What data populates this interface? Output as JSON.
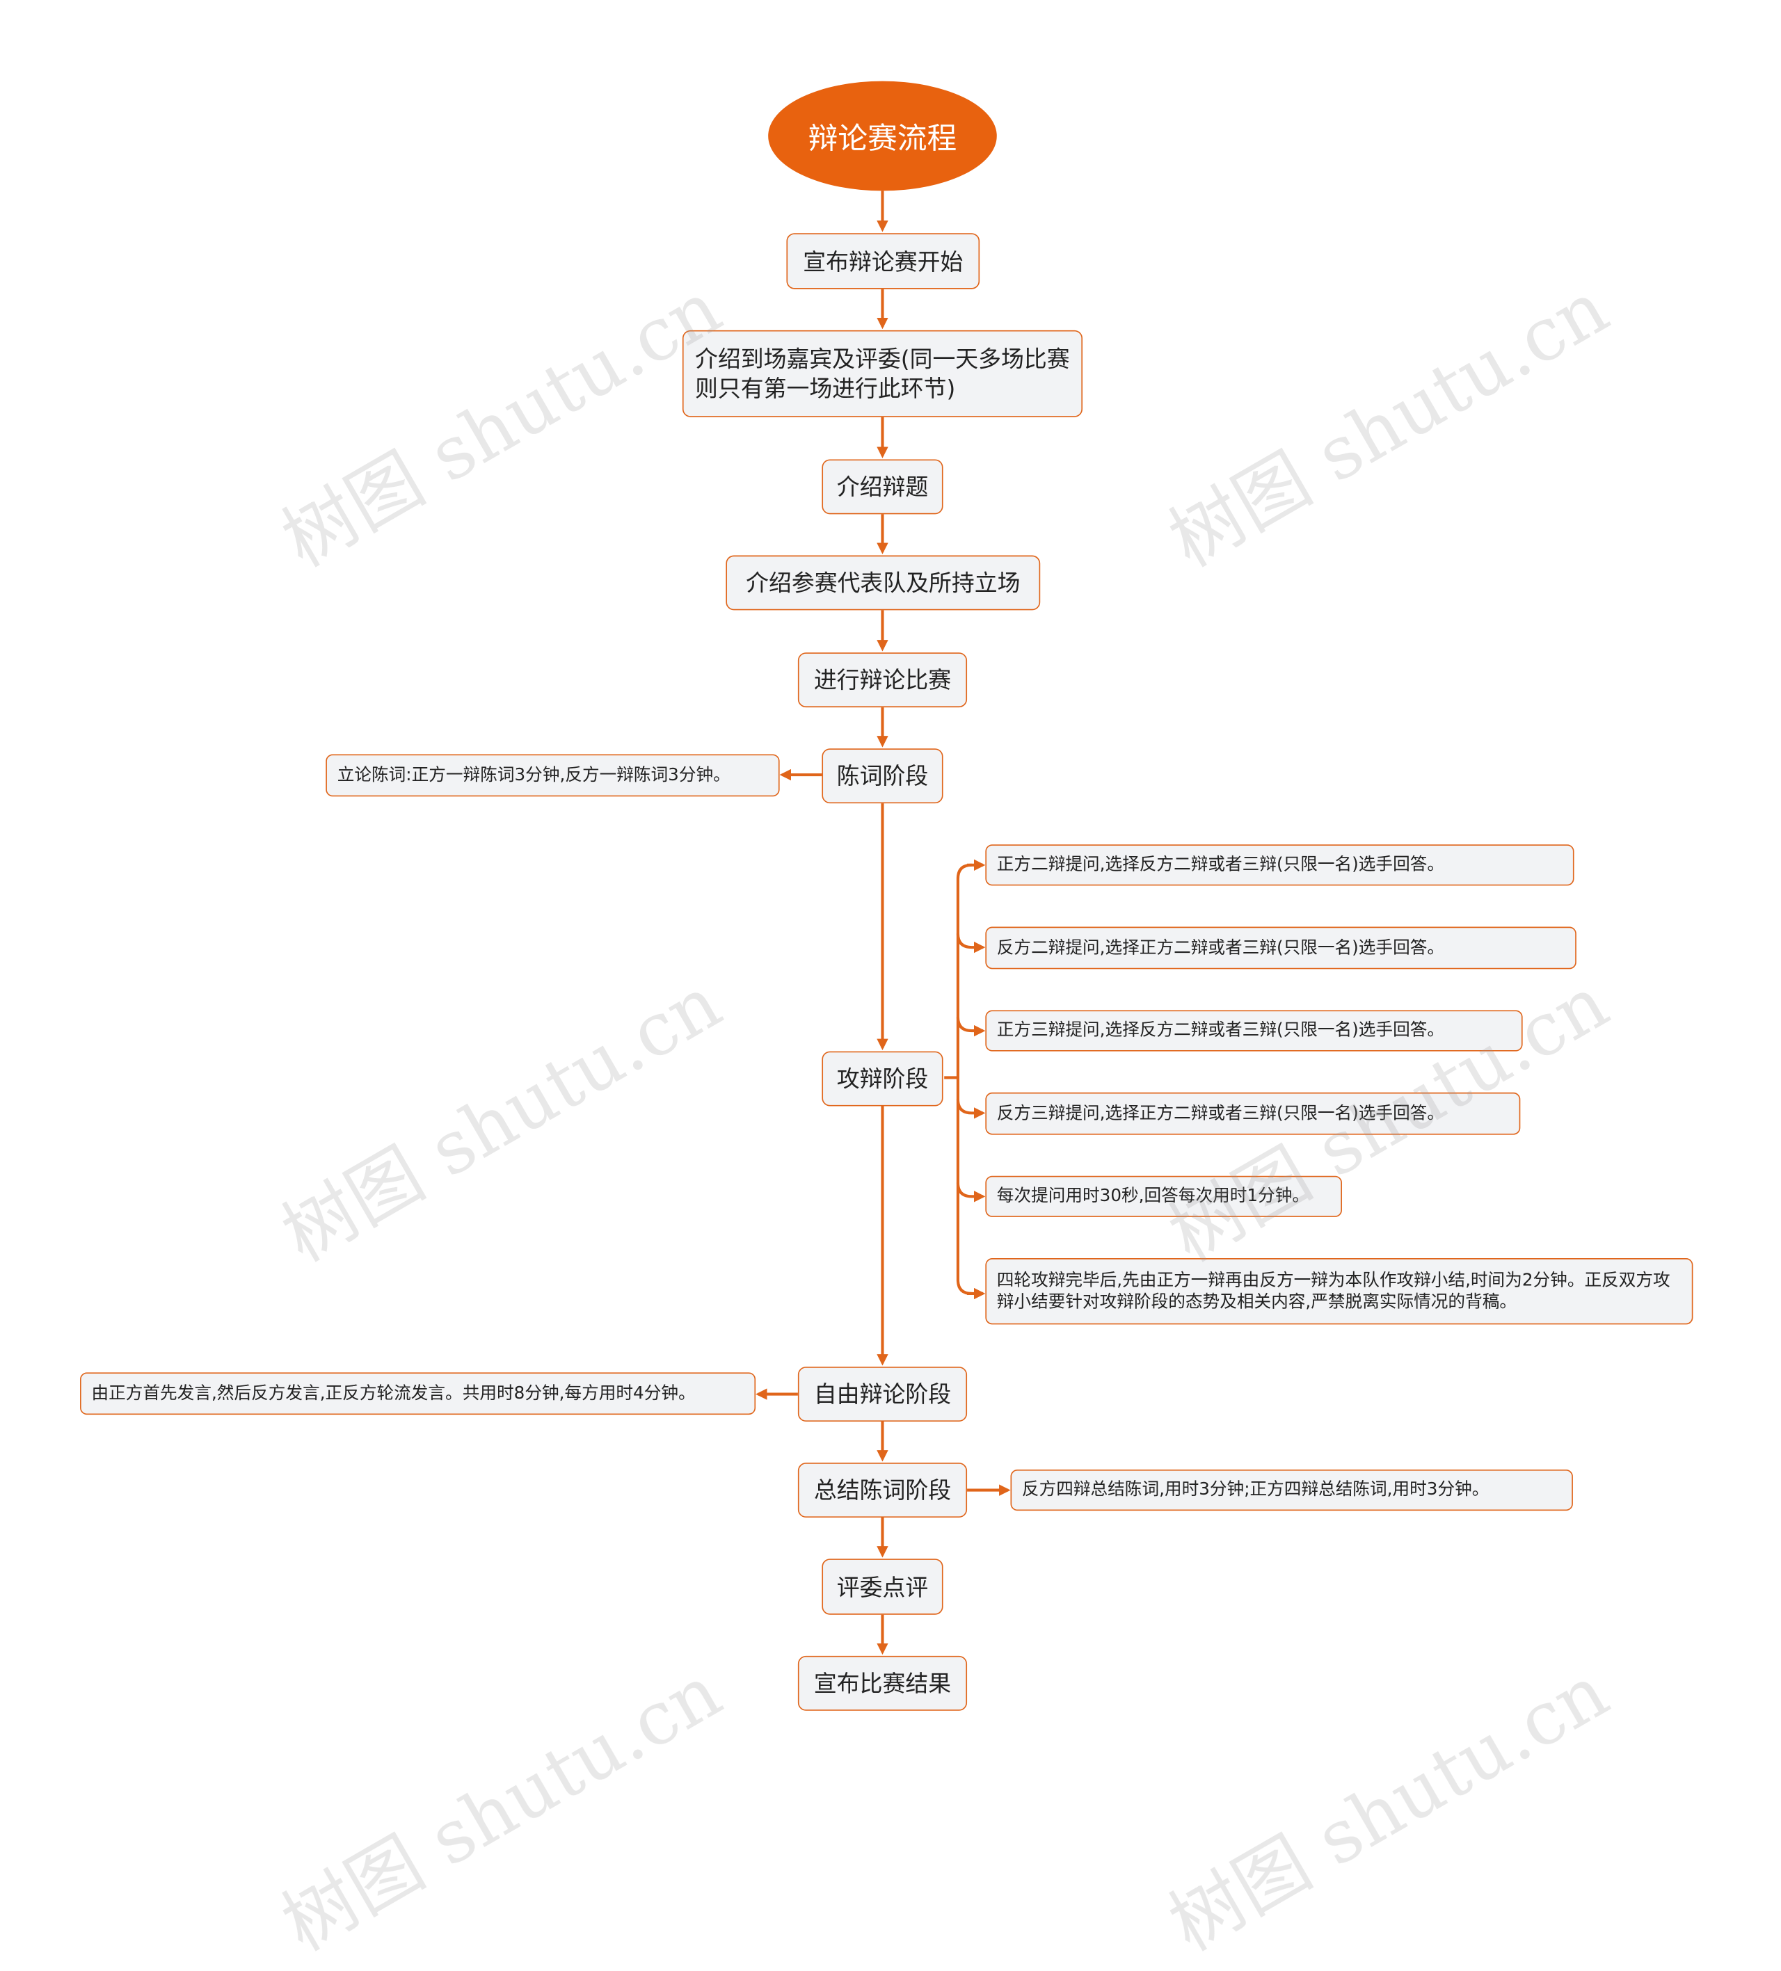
{
  "title": "辩论赛流程",
  "watermark": "树图 shutu.cn",
  "steps": [
    "宣布辩论赛开始",
    "介绍到场嘉宾及评委(同一天多场比赛则只有第一场进行此环节)",
    "介绍辩题",
    "介绍参赛代表队及所持立场",
    "进行辩论比赛",
    "陈词阶段",
    "攻辩阶段",
    "自由辩论阶段",
    "总结陈词阶段",
    "评委点评",
    "宣布比赛结果"
  ],
  "notes": {
    "opening": "立论陈词:正方一辩陈词3分钟,反方一辩陈词3分钟。",
    "cross_exam": [
      "正方二辩提问,选择反方二辩或者三辩(只限一名)选手回答。",
      "反方二辩提问,选择正方二辩或者三辩(只限一名)选手回答。",
      "正方三辩提问,选择反方二辩或者三辩(只限一名)选手回答。",
      "反方三辩提问,选择正方二辩或者三辩(只限一名)选手回答。",
      "每次提问用时30秒,回答每次用时1分钟。",
      "四轮攻辩完毕后,先由正方一辩再由反方一辩为本队作攻辩小结,时间为2分钟。正反双方攻辩小结要针对攻辩阶段的态势及相关内容,严禁脱离实际情况的背稿。"
    ],
    "free_debate": "由正方首先发言,然后反方发言,正反方轮流发言。共用时8分钟,每方用时4分钟。",
    "closing": "反方四辩总结陈词,用时3分钟;正方四辩总结陈词,用时3分钟。"
  },
  "colors": {
    "accent": "#e8620f",
    "line": "#e0651a",
    "box": "#f2f3f5"
  }
}
